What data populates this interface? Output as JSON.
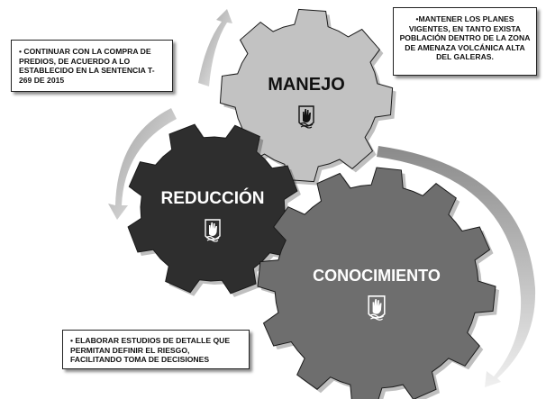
{
  "gears": [
    {
      "id": "manejo",
      "label": "MANEJO",
      "fill": "#c2c2c2",
      "text_color": "#111111"
    },
    {
      "id": "reduccion",
      "label": "REDUCCIÓN",
      "fill": "#2e2e2e",
      "text_color": "#ffffff"
    },
    {
      "id": "conocimiento",
      "label": "CONOCIMIENTO",
      "fill": "#6e6e6e",
      "text_color": "#ffffff"
    }
  ],
  "notes": {
    "compra": "• CONTINUAR CON LA COMPRA DE PREDIOS, DE ACUERDO A LO ESTABLECIDO EN LA SENTENCIA T-269 DE 2015",
    "planes": "•MANTENER LOS PLANES VIGENTES, EN TANTO EXISTA POBLACIÓN DENTRO DE LA ZONA DE AMENAZA VOLCÁNICA ALTA DEL GALERAS.",
    "estudios": "• ELABORAR ESTUDIOS DE DETALLE QUE PERMITAN DEFINIR EL RIESGO, FACILITANDO TOMA DE DECISIONES"
  },
  "icons": [
    "hand-emblem-icon",
    "cycle-arrow-icon"
  ]
}
